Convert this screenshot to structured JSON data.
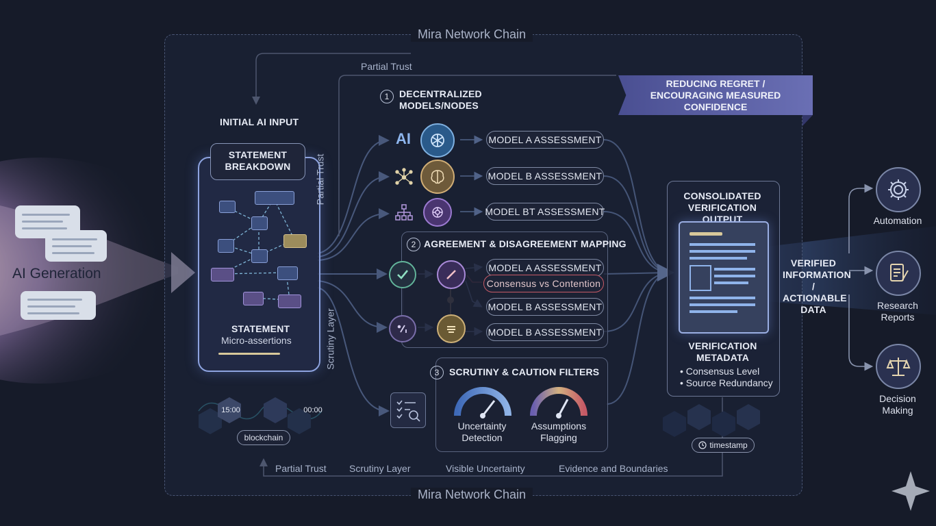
{
  "frame": {
    "top_label": "Mira Network Chain",
    "bottom_label": "Mira Network Chain"
  },
  "left": {
    "ai_generation": "AI Generation"
  },
  "input": {
    "title": "INITIAL AI INPUT",
    "statement_breakdown": "STATEMENT BREAKDOWN",
    "statement": "STATEMENT",
    "micro": "Micro-assertions"
  },
  "side_labels": {
    "partial_trust_top": "Partial Trust",
    "partial_trust_vertical": "Partial Trust",
    "scrutiny_vertical": "Scrutiny Layer"
  },
  "section1": {
    "num": "1",
    "title": "DECENTRALIZED MODELS/NODES",
    "ai_text": "AI",
    "models": [
      "MODEL A ASSESSMENT",
      "MODEL B ASSESSMENT",
      "MODEL BT ASSESSMENT"
    ]
  },
  "section2": {
    "num": "2",
    "title": "AGREEMENT & DISAGREEMENT MAPPING",
    "pills": [
      "MODEL A ASSESSMENT",
      "Consensus vs Contention",
      "MODEL B ASSESSMENT",
      "MODEL B ASSESSMENT"
    ]
  },
  "section3": {
    "num": "3",
    "title": "SCRUTINY & CAUTION FILTERS",
    "gauges": [
      {
        "label": "Uncertainty Detection"
      },
      {
        "label": "Assumptions Flagging"
      }
    ]
  },
  "banner": {
    "line1": "REDUCING REGRET /",
    "line2": "ENCOURAGING MEASURED CONFIDENCE"
  },
  "consolidated": {
    "title": "CONSOLIDATED VERIFICATION OUTPUT",
    "meta_title": "VERIFICATION METADATA",
    "items": [
      "• Consensus Level",
      "• Source Redundancy"
    ]
  },
  "verified": {
    "label": "VERIFIED INFORMATION / ACTIONABLE DATA"
  },
  "outputs": [
    "Automation",
    "Research Reports",
    "Decision Making"
  ],
  "blockchain": {
    "time1": "15:00",
    "time2": "00:00",
    "label": "blockchain"
  },
  "timestamp": {
    "label": "timestamp"
  },
  "bottom_flow": [
    "Partial Trust",
    "Scrutiny Layer",
    "Visible Uncertainty",
    "Evidence and Boundaries"
  ],
  "colors": {
    "accent": "#8ea4e0",
    "banner": "#5a5fa6",
    "alert": "#c65a66",
    "gold": "#c8b47a"
  }
}
